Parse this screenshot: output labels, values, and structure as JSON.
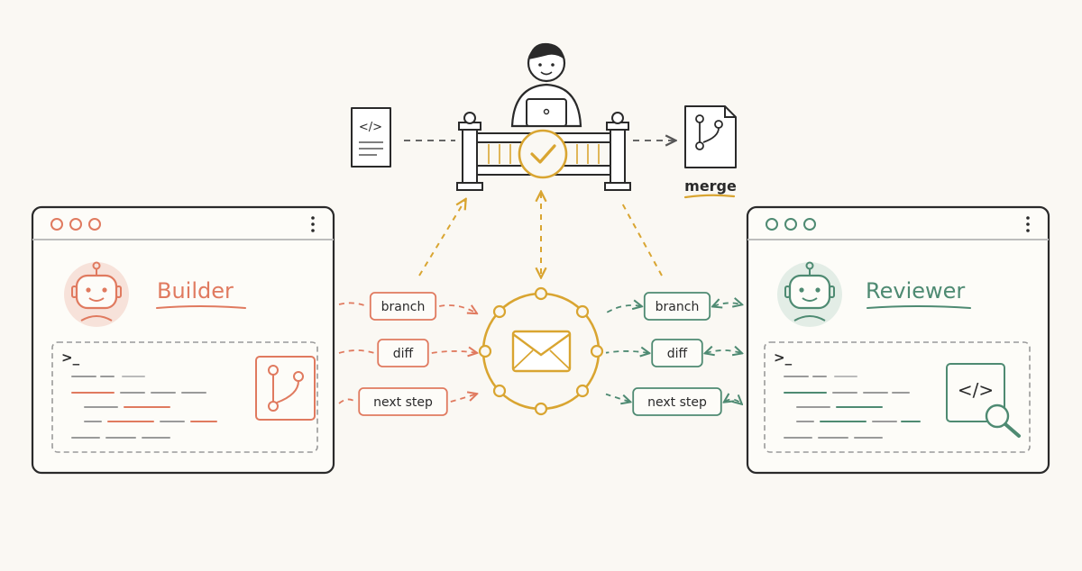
{
  "colors": {
    "builder": "#e07a5f",
    "reviewer": "#4e8a72",
    "hub": "#d9a531",
    "ink": "#2a2a2a",
    "background": "#faf8f3"
  },
  "builder": {
    "title": "Builder",
    "prompt": ">_",
    "icon": "git-branch-icon"
  },
  "reviewer": {
    "title": "Reviewer",
    "prompt": ">_",
    "icon": "code-search-icon"
  },
  "messages_left": [
    "branch",
    "diff",
    "next step"
  ],
  "messages_right": [
    "branch",
    "diff",
    "next step"
  ],
  "merge_label": "merge",
  "hub_icon": "envelope-icon",
  "gate_icon": "checkmark-icon"
}
